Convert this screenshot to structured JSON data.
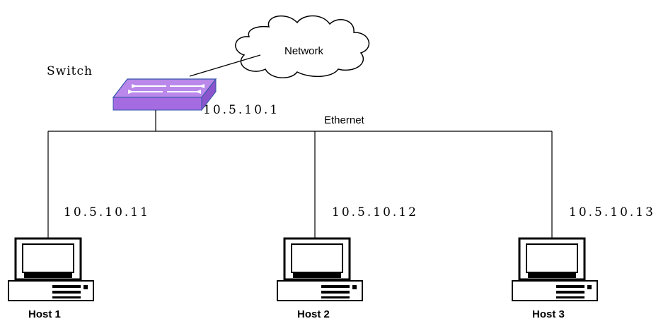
{
  "network_label": "Network",
  "switch_label": "Switch",
  "switch_ip": "10.5.10.1",
  "bus_label": "Ethernet",
  "hosts": [
    {
      "name": "Host 1",
      "ip": "10.5.10.11"
    },
    {
      "name": "Host 2",
      "ip": "10.5.10.12"
    },
    {
      "name": "Host 3",
      "ip": "10.5.10.13"
    }
  ],
  "colors": {
    "switch_fill": "#b07ee6",
    "switch_top": "#9a5fe0",
    "line": "#000000"
  }
}
